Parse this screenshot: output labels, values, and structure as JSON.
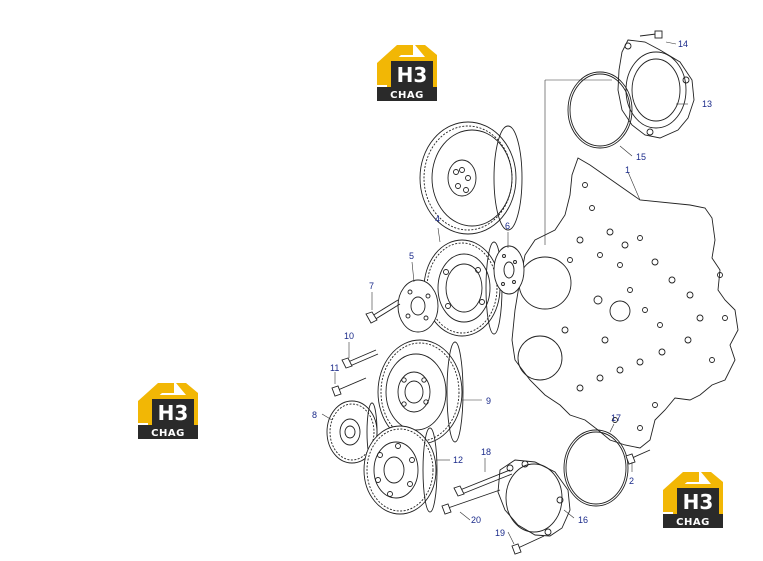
{
  "brand": {
    "logo_big": "H3",
    "logo_small": "CHAG",
    "color_yellow": "#f2b705",
    "color_dark": "#2a2a2a"
  },
  "parts": {
    "p1": "1",
    "p2": "2",
    "p4": "4",
    "p5": "5",
    "p6": "6",
    "p7": "7",
    "p8": "8",
    "p9": "9",
    "p10": "10",
    "p11": "11",
    "p12": "12",
    "p13": "13",
    "p14": "14",
    "p15": "15",
    "p16": "16",
    "p17": "17",
    "p18": "18",
    "p19": "19",
    "p20": "20"
  }
}
